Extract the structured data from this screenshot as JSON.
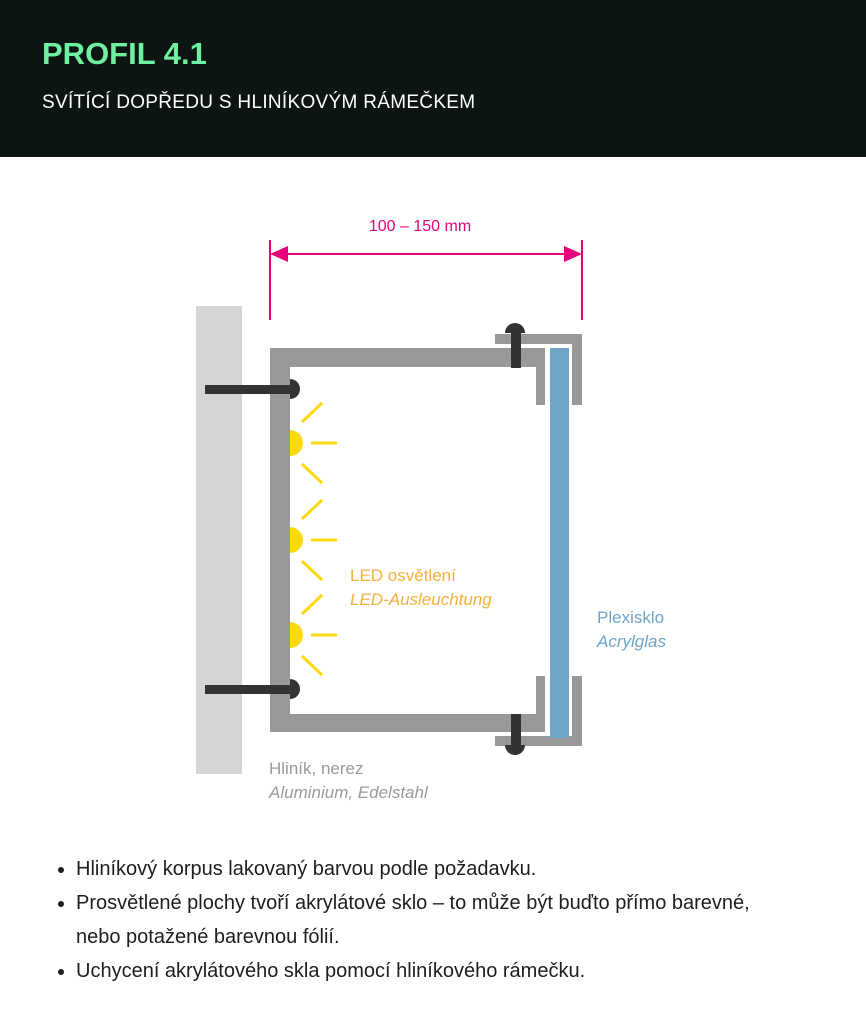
{
  "header": {
    "title": "PROFIL 4.1",
    "subtitle": "SVÍTÍCÍ DOPŘEDU S HLINÍKOVÝM RÁMEČKEM"
  },
  "diagram": {
    "dimension_label": "100 – 150 mm",
    "led_label_cz": "LED osvětlení",
    "led_label_de": "LED-Ausleuchtung",
    "glass_label_cz": "Plexisklo",
    "glass_label_de": "Acrylglas",
    "frame_label_cz": "Hliník, nerez",
    "frame_label_de": "Aluminium, Edelstahl",
    "colors": {
      "dimension": "#e6007e",
      "led": "#ffd90f",
      "led_text": "#f5b13c",
      "glass": "#6fa5c5",
      "frame": "#999999",
      "wall": "#d6d5d6",
      "screw": "#333333"
    }
  },
  "bullets": [
    "Hliníkový korpus lakovaný barvou podle požadavku.",
    "Prosvětlené plochy tvoří akrylátové sklo – to může být buďto přímo barevné, nebo potažené barevnou fólií.",
    "Uchycení akrylátového skla pomocí hliníkového rámečku."
  ]
}
